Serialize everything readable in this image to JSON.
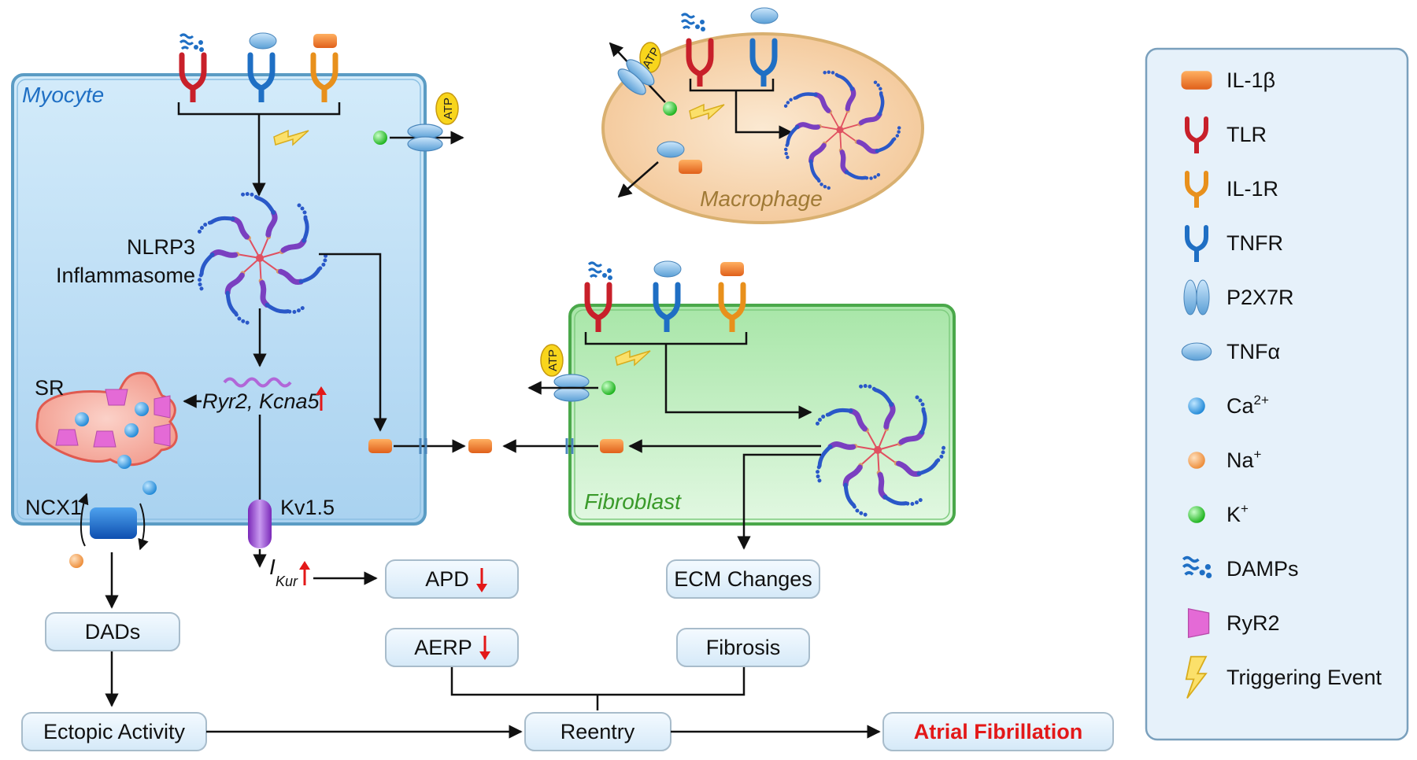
{
  "colors": {
    "myocyte_fill": "#c4e3f7",
    "myocyte_stroke": "#5b9cc4",
    "fibroblast_fill": "#c8f2c8",
    "fibroblast_stroke": "#4aa84a",
    "macrophage_fill": "#f7d7b3",
    "macrophage_stroke": "#d9b070",
    "il1b": "#f07e22",
    "tlr": "#c8202a",
    "il1r": "#e8901c",
    "tnfr": "#1f6fc4",
    "ca": "#3aa1e6",
    "na": "#f5a55a",
    "k": "#33cc33",
    "ryr2": "#e46ad6",
    "atp": "#f5d11a",
    "highlight_red": "#e31818",
    "box_fill": "#e2f1fc",
    "box_stroke": "#a8bccb",
    "legend_fill": "#e6f1fa",
    "legend_stroke": "#7aa0bd"
  },
  "cells": {
    "myocyte": "Myocyte",
    "macrophage": "Macrophage",
    "fibroblast": "Fibroblast"
  },
  "labels": {
    "atp": "ATP",
    "nlrp3_line1": "NLRP3",
    "nlrp3_line2": "Inflammasome",
    "sr": "SR",
    "genes": "Ryr2, Kcna5",
    "ncx1": "NCX1",
    "kv15": "Kv1.5",
    "ikur_main": "I",
    "ikur_sub": "Kur"
  },
  "boxes": {
    "apd": "APD",
    "ecm": "ECM Changes",
    "dads": "DADs",
    "aerp": "AERP",
    "fibrosis": "Fibrosis",
    "ectopic": "Ectopic Activity",
    "reentry": "Reentry",
    "af": "Atrial Fibrillation"
  },
  "legend": [
    {
      "icon": "il1b",
      "label": "IL-1β"
    },
    {
      "icon": "tlr",
      "label": "TLR"
    },
    {
      "icon": "il1r",
      "label": "IL-1R"
    },
    {
      "icon": "tnfr",
      "label": "TNFR"
    },
    {
      "icon": "p2x7r",
      "label": "P2X7R"
    },
    {
      "icon": "tnfa",
      "label": "TNFα"
    },
    {
      "icon": "ca",
      "label": "Ca",
      "sup": "2+"
    },
    {
      "icon": "na",
      "label": "Na",
      "sup": "+"
    },
    {
      "icon": "k",
      "label": "K",
      "sup": "+"
    },
    {
      "icon": "damps",
      "label": "DAMPs"
    },
    {
      "icon": "ryr2",
      "label": "RyR2"
    },
    {
      "icon": "trigger",
      "label": "Triggering Event"
    }
  ]
}
